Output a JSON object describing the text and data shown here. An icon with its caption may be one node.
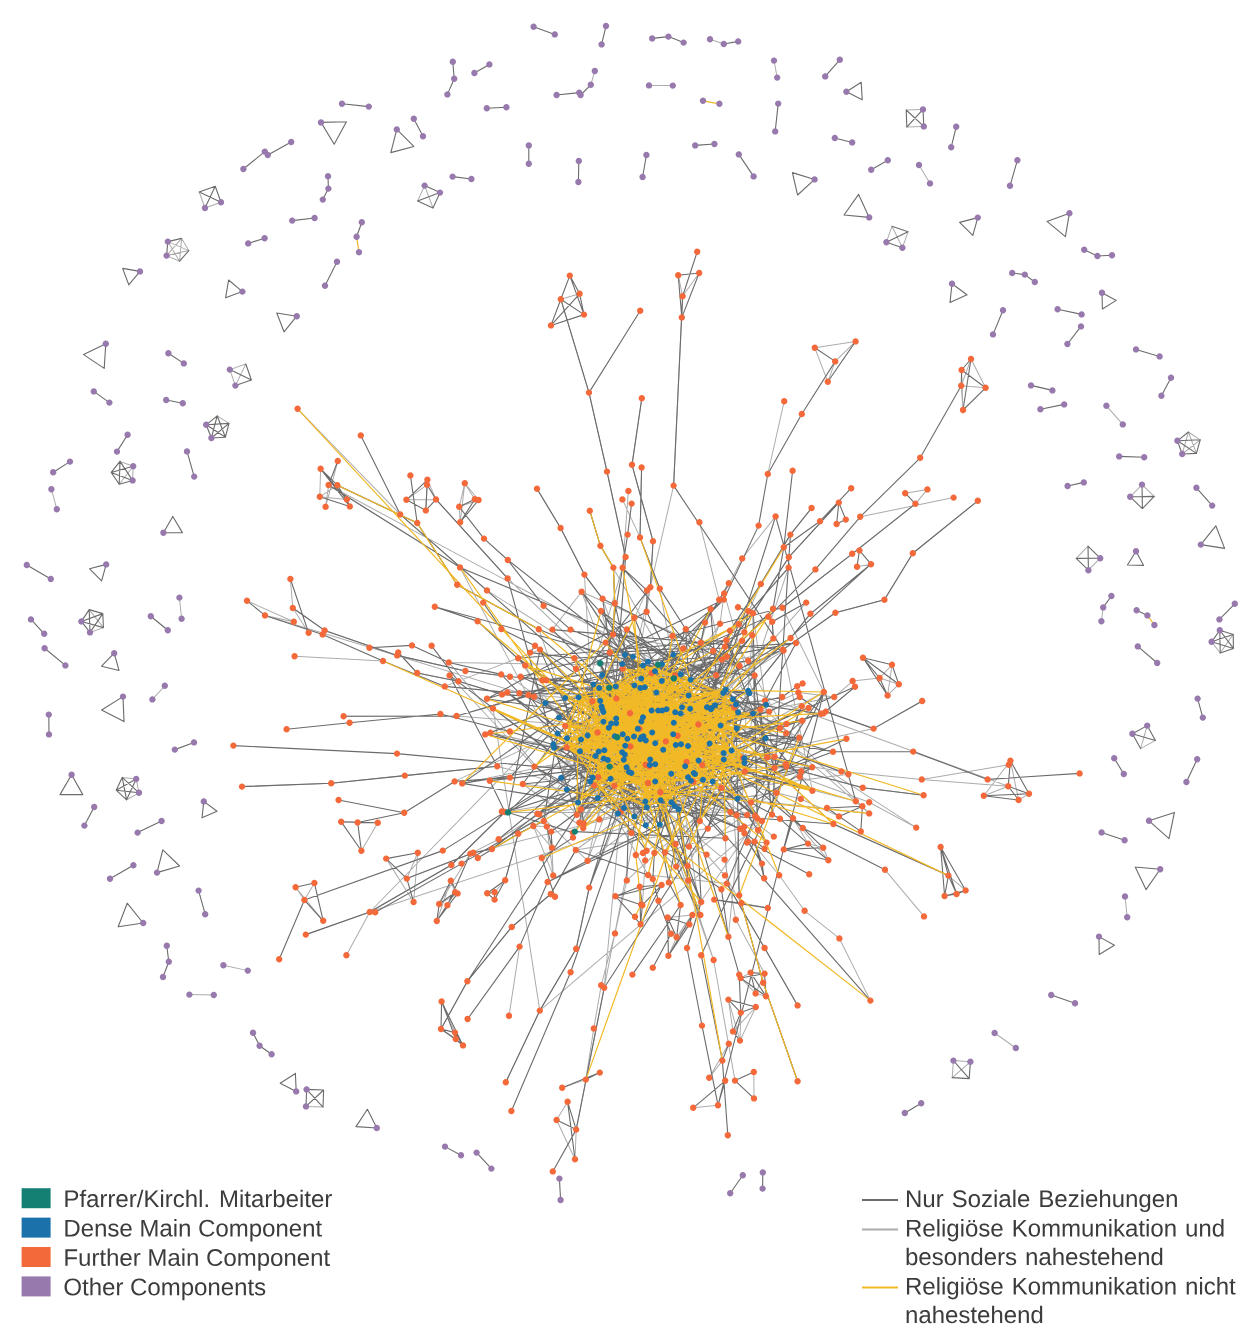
{
  "diagram": {
    "legend": [
      {
        "text": "Pfarrer/Kirchl. Mitarbeiter",
        "color": "#138073"
      },
      {
        "text": "Dense Main Component",
        "color": "#1b72ab"
      },
      {
        "text": "Further Main Component",
        "color": "#f4693a"
      },
      {
        "text": "Other Components",
        "color": "#9879ad"
      },
      {
        "text": "Nur Soziale Beziehungen"
      },
      {
        "text": "Religiöse Kommunikation und besonders nahestehend"
      },
      {
        "text": "Religiöse Kommunikation nicht nahestehend"
      }
    ]
  }
}
